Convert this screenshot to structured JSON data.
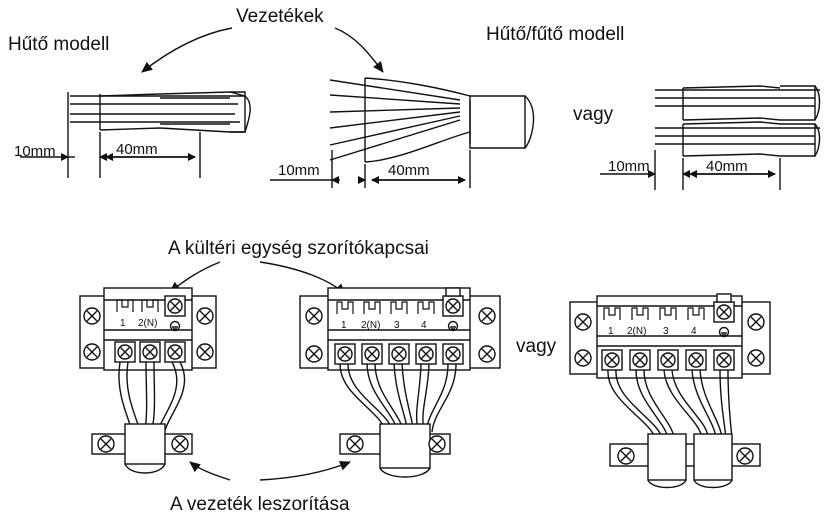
{
  "labels": {
    "wires": "Vezetékek",
    "cooling_model": "Hűtő modell",
    "heatpump_model": "Hűtő/fűtő modell",
    "or_top": "vagy",
    "or_bottom": "vagy",
    "terminals": "A kültéri egység szorítókapcsai",
    "clamp": "A vezeték leszorítása"
  },
  "dims": {
    "strip_left_1": "10mm",
    "sheath_left_1": "40mm",
    "strip_left_2": "10mm",
    "sheath_left_2": "40mm",
    "strip_left_3": "10mm",
    "sheath_left_3": "40mm"
  },
  "terminals_left": [
    "1",
    "2(N)"
  ],
  "terminals_mid": [
    "1",
    "2(N)",
    "3",
    "4"
  ],
  "terminals_right": [
    "1",
    "2(N)",
    "3",
    "4"
  ]
}
